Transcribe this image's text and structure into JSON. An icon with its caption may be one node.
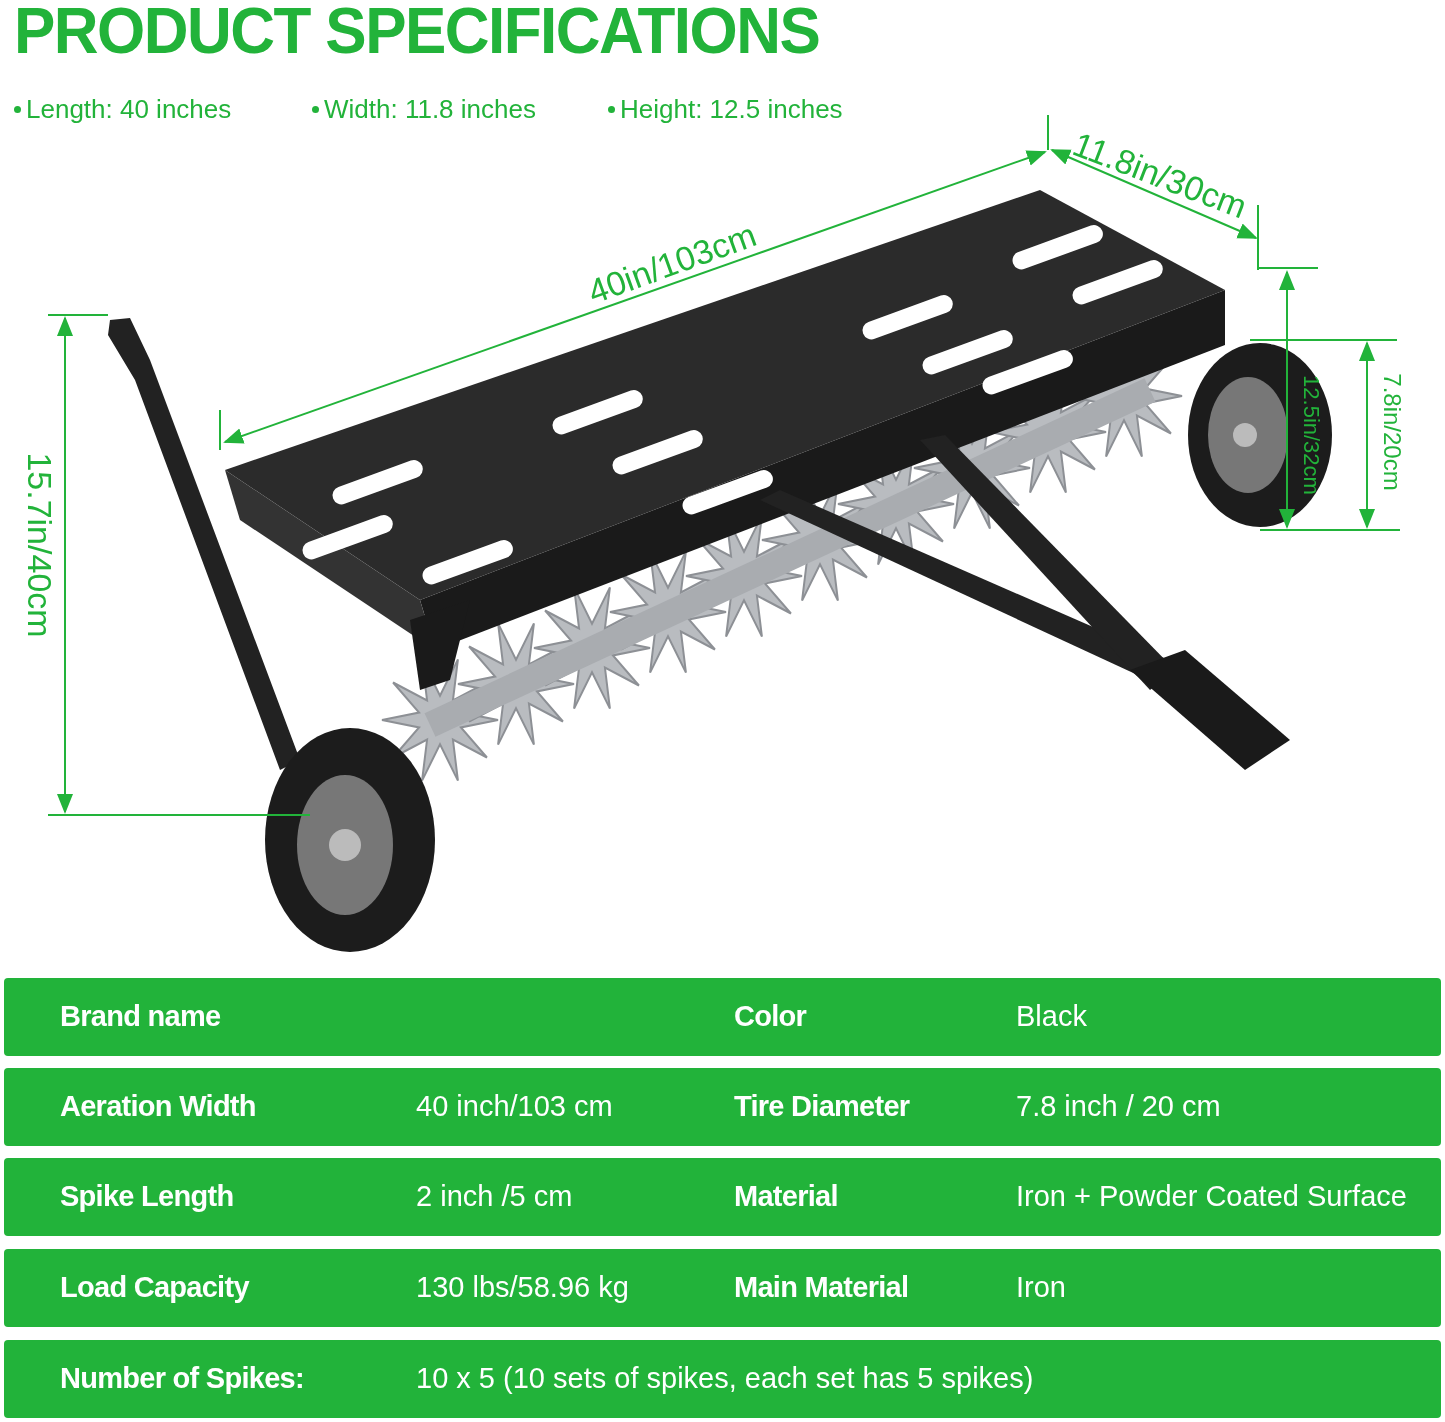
{
  "diagram": {
    "title": "PRODUCT SPECIFICATIONS",
    "labels": [
      "Length: 40 inches",
      "Width: 11.8 inches",
      "Height: 12.5 inches",
      "11.8in/30cm",
      "40in/103cm",
      "15.7in/40cm",
      "12.5in/32cm",
      "7.8in/20cm",
      "Brand name",
      "Color",
      "Black",
      "Aeration Width",
      "40 inch/103 cm",
      "Tire Diameter",
      "7.8 inch / 20 cm",
      "Spike Length",
      "2 inch /5 cm",
      "Material",
      "Iron + Powder Coated Surface",
      "Load Capacity",
      "130 lbs/58.96 kg",
      "Main Material",
      "Iron",
      "Number of Spikes:",
      "10 x 5 (10 sets of spikes, each set has 5 spikes)"
    ]
  }
}
